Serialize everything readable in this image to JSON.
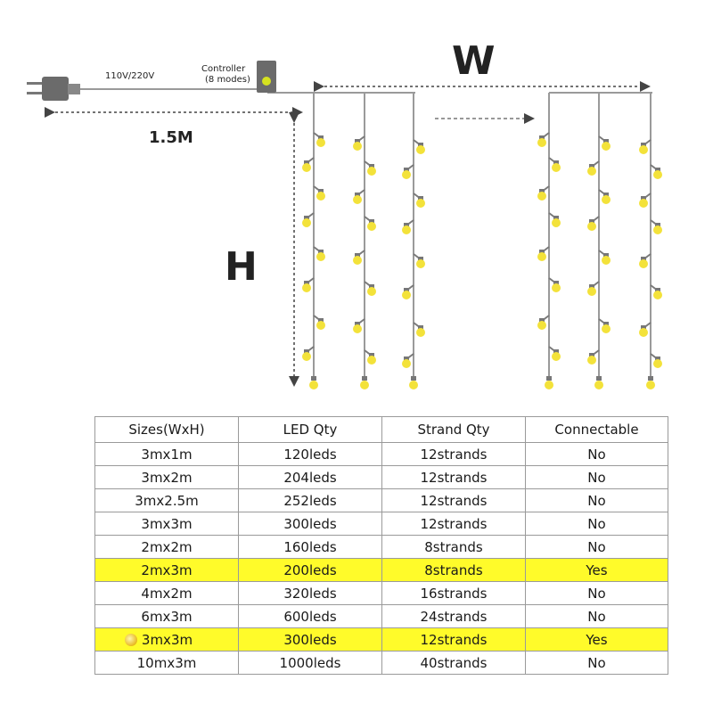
{
  "diagram": {
    "voltage_label": "110V/220V",
    "controller_label_1": "Controller",
    "controller_label_2": "(8 modes)",
    "cable_length_label": "1.5M",
    "width_label": "W",
    "height_label": "H"
  },
  "table": {
    "headers": [
      "Sizes(WxH)",
      "LED Qty",
      "Strand Qty",
      "Connectable"
    ],
    "rows": [
      {
        "cells": [
          "3mx1m",
          "120leds",
          "12strands",
          "No"
        ],
        "highlight": false,
        "icon": false
      },
      {
        "cells": [
          "3mx2m",
          "204leds",
          "12strands",
          "No"
        ],
        "highlight": false,
        "icon": false
      },
      {
        "cells": [
          "3mx2.5m",
          "252leds",
          "12strands",
          "No"
        ],
        "highlight": false,
        "icon": false
      },
      {
        "cells": [
          "3mx3m",
          "300leds",
          "12strands",
          "No"
        ],
        "highlight": false,
        "icon": false
      },
      {
        "cells": [
          "2mx2m",
          "160leds",
          "8strands",
          "No"
        ],
        "highlight": false,
        "icon": false
      },
      {
        "cells": [
          "2mx3m",
          "200leds",
          "8strands",
          "Yes"
        ],
        "highlight": true,
        "icon": false
      },
      {
        "cells": [
          "4mx2m",
          "320leds",
          "16strands",
          "No"
        ],
        "highlight": false,
        "icon": false
      },
      {
        "cells": [
          "6mx3m",
          "600leds",
          "24strands",
          "No"
        ],
        "highlight": false,
        "icon": false
      },
      {
        "cells": [
          "3mx3m",
          "300leds",
          "12strands",
          "Yes"
        ],
        "highlight": true,
        "icon": true
      },
      {
        "cells": [
          "10mx3m",
          "1000leds",
          "40strands",
          "No"
        ],
        "highlight": false,
        "icon": false
      }
    ]
  },
  "colors": {
    "highlight": "#fffb2a",
    "bulb": "#f3e23a",
    "wire": "#9a9a9a",
    "plug": "#6b6b6b"
  }
}
